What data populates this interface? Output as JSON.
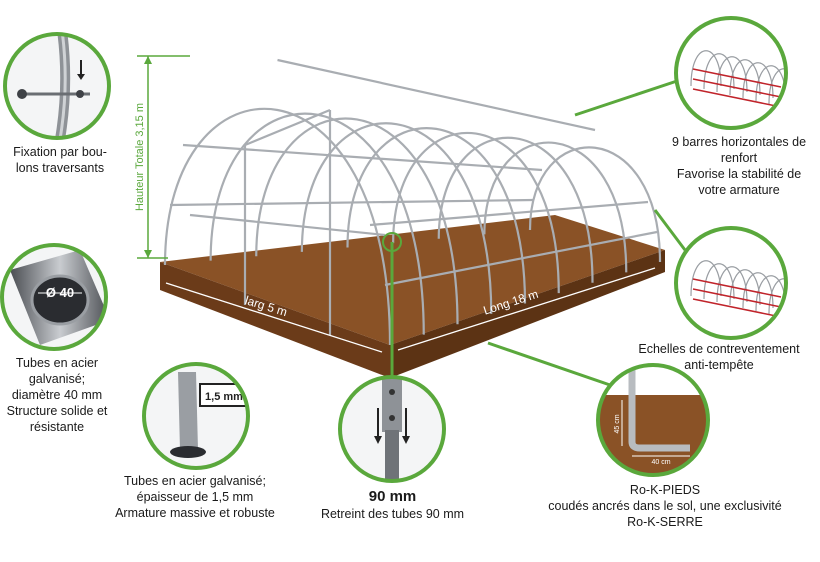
{
  "colors": {
    "accent_green": "#5aa83c",
    "soil": "#8a5226",
    "soil_dark": "#5c3314",
    "frame_red": "#c0242b",
    "steel": "#9a9ea3"
  },
  "dimensions": {
    "height": "Hauteur Totale 3,15 m",
    "width": "larg 5 m",
    "length": "Long 18 m"
  },
  "callouts": {
    "bolts": {
      "lines": [
        "Fixation par bou-",
        "lons traversants"
      ],
      "icon": "bolt-fixing-icon"
    },
    "tube_diameter": {
      "badge": "Ø 40",
      "lines": [
        "Tubes en acier",
        "galvanisé;",
        "diamètre 40 mm",
        "Structure solide et",
        "résistante"
      ],
      "icon": "tube-section-icon"
    },
    "tube_thickness": {
      "badge": "1,5 mm",
      "lines": [
        "Tubes en acier galvanisé;",
        "épaisseur de 1,5 mm",
        "Armature massive et robuste"
      ],
      "icon": "tube-wall-icon"
    },
    "shrink": {
      "title": "90 mm",
      "lines": [
        "Retreint des tubes 90 mm"
      ],
      "icon": "tube-joint-icon"
    },
    "feet": {
      "dim_h": "45 cm",
      "dim_w": "40 cm",
      "lines": [
        "Ro-K-PIEDS",
        "coudés ancrés dans le sol, une exclusivité",
        "Ro-K-SERRE"
      ],
      "icon": "anchor-foot-icon"
    },
    "bars": {
      "lines": [
        "9 barres horizontales de",
        "renfort",
        "Favorise la stabilité de",
        "votre armature"
      ],
      "icon": "frame-bars-icon"
    },
    "ladders": {
      "lines": [
        "Echelles de contreventement",
        "anti-tempête"
      ],
      "icon": "frame-ladders-icon"
    }
  }
}
